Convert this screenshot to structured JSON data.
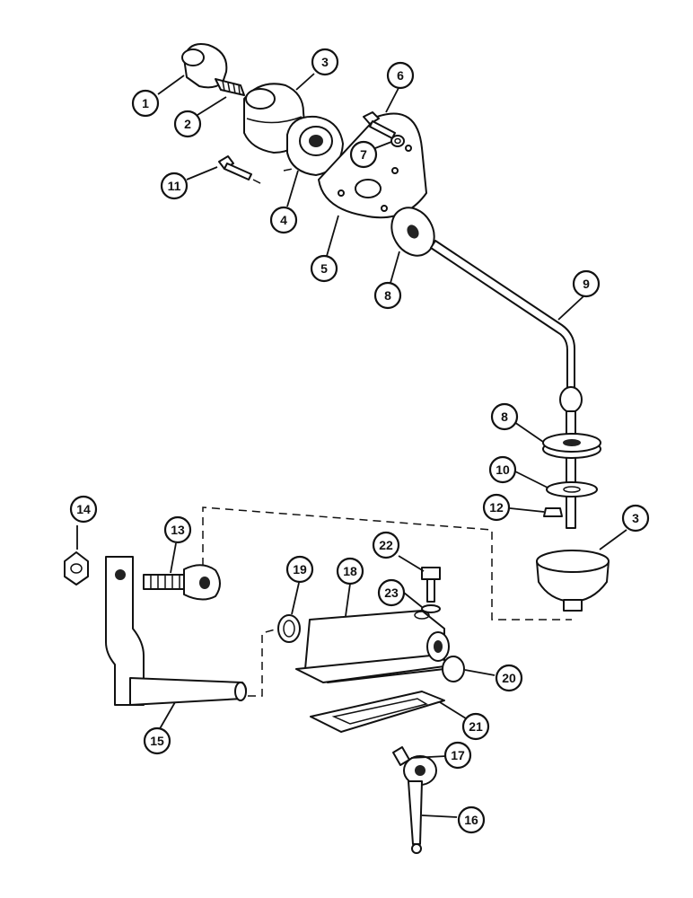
{
  "callouts": [
    {
      "id": "c1",
      "label": "1"
    },
    {
      "id": "c2",
      "label": "2"
    },
    {
      "id": "c3a",
      "label": "3"
    },
    {
      "id": "c4",
      "label": "4"
    },
    {
      "id": "c5",
      "label": "5"
    },
    {
      "id": "c6",
      "label": "6"
    },
    {
      "id": "c7",
      "label": "7"
    },
    {
      "id": "c8a",
      "label": "8"
    },
    {
      "id": "c9",
      "label": "9"
    },
    {
      "id": "c11",
      "label": "11"
    },
    {
      "id": "c8b",
      "label": "8"
    },
    {
      "id": "c10",
      "label": "10"
    },
    {
      "id": "c12",
      "label": "12"
    },
    {
      "id": "c3b",
      "label": "3"
    },
    {
      "id": "c14",
      "label": "14"
    },
    {
      "id": "c13",
      "label": "13"
    },
    {
      "id": "c19",
      "label": "19"
    },
    {
      "id": "c18",
      "label": "18"
    },
    {
      "id": "c22",
      "label": "22"
    },
    {
      "id": "c23",
      "label": "23"
    },
    {
      "id": "c20",
      "label": "20"
    },
    {
      "id": "c21",
      "label": "21"
    },
    {
      "id": "c15",
      "label": "15"
    },
    {
      "id": "c17",
      "label": "17"
    },
    {
      "id": "c16",
      "label": "16"
    }
  ]
}
